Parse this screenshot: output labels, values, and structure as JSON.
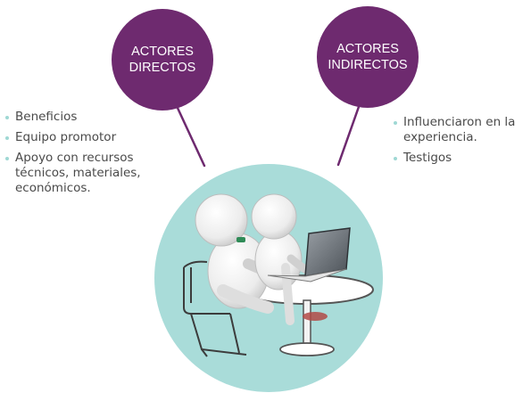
{
  "colors": {
    "accent": "#6e2a6f",
    "circle": "#a9dcd9",
    "bullet": "#9fd8d4",
    "text": "#4a4a4a"
  },
  "direct": {
    "title_lines": [
      "ACTORES",
      "DIRECTOS"
    ],
    "items": [
      "Beneficios",
      "Equipo promotor",
      "Apoyo con recursos técnicos, materiales, económicos."
    ]
  },
  "indirect": {
    "title_lines": [
      "ACTORES",
      "INDIRECTOS"
    ],
    "items": [
      "Influenciaron en la experiencia.",
      "Testigos"
    ]
  },
  "illustration": {
    "subject": "two-figures-with-laptop"
  }
}
